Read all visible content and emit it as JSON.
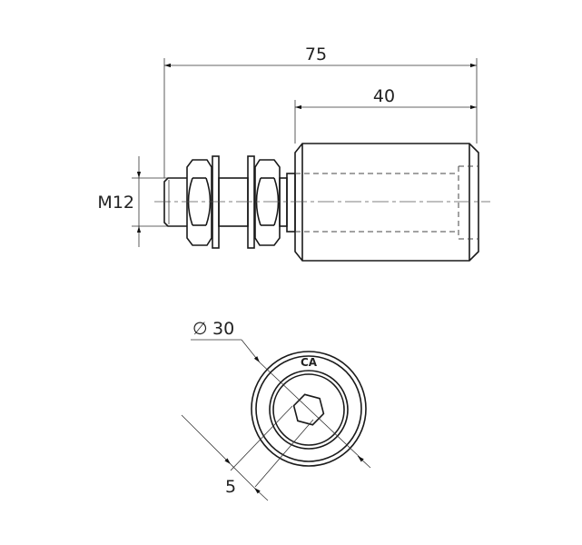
{
  "drawing": {
    "side_view": {
      "overall_length": "75",
      "roller_length": "40",
      "thread": "M12"
    },
    "end_view": {
      "diameter": "30",
      "diameter_symbol": "∅",
      "hex_socket": "5",
      "logo": "CA"
    }
  }
}
